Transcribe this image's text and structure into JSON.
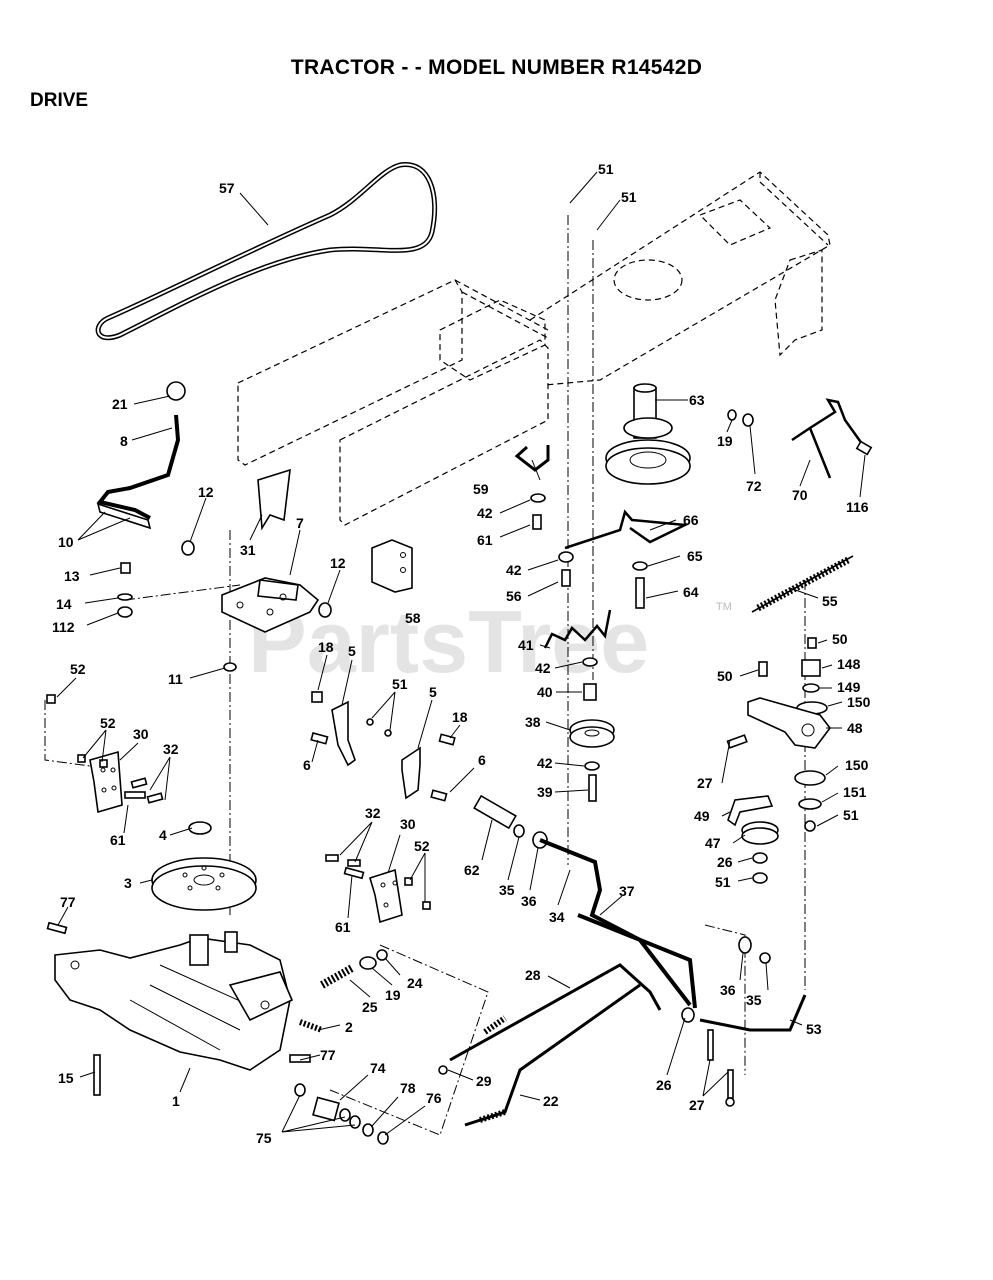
{
  "header": {
    "title": "TRACTOR - - MODEL NUMBER R14542D",
    "section": "DRIVE"
  },
  "watermark": {
    "text": "PartsTree",
    "tm": "TM",
    "color": "#cfcfcf"
  },
  "callouts": {
    "c57": "57",
    "c51a": "51",
    "c51b": "51",
    "c21": "21",
    "c8": "8",
    "c12a": "12",
    "c10": "10",
    "c31": "31",
    "c7": "7",
    "c12b": "12",
    "c13": "13",
    "c14": "14",
    "c112": "112",
    "c58": "58",
    "c59": "59",
    "c42a": "42",
    "c61a": "61",
    "c63": "63",
    "c19a": "19",
    "c72": "72",
    "c70": "70",
    "c116": "116",
    "c66": "66",
    "c42b": "42",
    "c56": "56",
    "c65": "65",
    "c64": "64",
    "c55": "55",
    "c52a": "52",
    "c11": "11",
    "c18a": "18",
    "c5a": "5",
    "c51c": "51",
    "c5b": "5",
    "c18b": "18",
    "c41": "41",
    "c42c": "42",
    "c40": "40",
    "c38": "38",
    "c42d": "42",
    "c39": "39",
    "c50a": "50",
    "c148": "148",
    "c50b": "50",
    "c149": "149",
    "c150a": "150",
    "c48": "48",
    "c52b": "52",
    "c30a": "30",
    "c32a": "32",
    "c6a": "6",
    "c6b": "6",
    "c61b": "61",
    "c4": "4",
    "c27a": "27",
    "c150b": "150",
    "c151": "151",
    "c49": "49",
    "c51d": "51",
    "c47": "47",
    "c26a": "26",
    "c51e": "51",
    "c3": "3",
    "c32b": "32",
    "c30b": "30",
    "c52c": "52",
    "c62": "62",
    "c35a": "35",
    "c36a": "36",
    "c34": "34",
    "c37": "37",
    "c61c": "61",
    "c77a": "77",
    "c24": "24",
    "c19b": "19",
    "c25": "25",
    "c2": "2",
    "c28": "28",
    "c36b": "36",
    "c35b": "35",
    "c53": "53",
    "c77b": "77",
    "c74": "74",
    "c29": "29",
    "c26b": "26",
    "c15": "15",
    "c1": "1",
    "c78": "78",
    "c22": "22",
    "c76": "76",
    "c27b": "27",
    "c75": "75"
  }
}
